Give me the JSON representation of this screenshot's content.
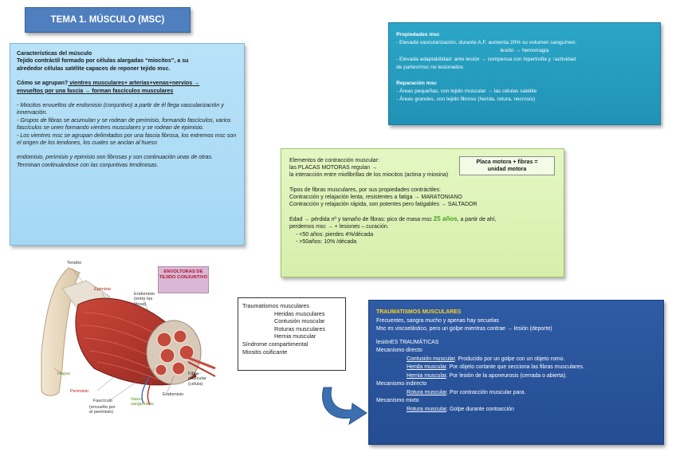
{
  "title": "TEMA 1. MÚSCULO (MSC)",
  "caracteristicas": {
    "heading": "Características del músculo",
    "line1": "Tejido contráctil formado por células alargadas “miocitos”, a su",
    "line2": "alrededor células satélite capaces de reponer tejido msc.",
    "agrupan_q": "Cómo se agrupan?",
    "agrupan_a1": " vientres musculares+ arterias+venas+nervios →",
    "agrupan_a2": "envueltos por una fascia → forman fascículos musculares",
    "b1": "- Miocitos envueltos de endomisio (conjuntivo) a partir de él llega vascularización y innervación.",
    "b2": "- Grupos de fibras se acumulan y se rodean de perimisio, formando fascículos, varios fascículos se unen formando vientres musculares y se rodean de epimisio.",
    "b3": "- Los vientres msc se agrupan delimitados por una fascia fibrosa, los extremos msc son el origen de los tendones, los cuales se anclan al hueso",
    "b4": "endomisio, perimisio y epimisio son fibrosas y son continuación unas de otras. Terminan continuándose con las conjuntivas tendinosas."
  },
  "propiedades": {
    "heading": "Propiedades msc",
    "l1": "-    Elevada vascularización, durante A.F. aumenta 20% su volumen sanguíneo:",
    "l1b": "lesión → hemorragia",
    "l2": "- Elevada adaptabilidad: ante lesión → compensa con hipertrofia y ↑actividad",
    "l2b": "de partes/msc no lesionados",
    "rep_heading": "Reparación msc",
    "r1": "-    Áreas pequeñas, con tejido muscular → las células satélite",
    "r2": "-    Áreas grandes, con tejido fibroso (herida, rotura, necrosis)"
  },
  "elementos": {
    "l1": "Elementos de contracción muscular:",
    "l2": "las PLACAS MOTORAS regulan →",
    "l3": "la interacción entre miofibrillas de los miocitos (actina y miosina)",
    "l4": "Tipos de fibras musculares, por sus propiedades contráctiles:",
    "l5": "Contracción y relajación lenta, resistentes a fatiga → MARATONIANO",
    "l6": "Contracción y relajación rápida, son potentes pero fatigables → SALTADOR",
    "l7a": "Edad → pérdida nº y tamaño de fibras: pico de masa msc ",
    "l7g": "25 años",
    "l7b": ", a partir de ahí,",
    "l8": "perdemos msc → + lesiones – curación.",
    "l9": "-    <50 años: pierdes 4%/década",
    "l10": "-    >50años: 10% /década"
  },
  "placa": {
    "l1": "Placa motora + fibras =",
    "l2": "unidad motora"
  },
  "trauma_list": {
    "title": "Traumatismos musculares",
    "items": [
      "Heridas musculares",
      "Contusión muscular",
      "Roturas musculares",
      "Hernia muscular"
    ],
    "l6": "Síndrome compartimental",
    "l7": "Miositis osificante"
  },
  "trauma": {
    "heading": "TRAUMATISMOS MUSCULARES",
    "l1": "Frecuentes, sangra mucho y apenas hay secuelas",
    "l2": "Msc es viscoelástico, pero un golpe mientras contrae → lesión (deporte)",
    "lesiones": "lesiónES TRAUMÁTICAS",
    "directo": "Mecanismo directo",
    "d1u": "Contusión muscular",
    "d1": ". Producido por un golpe con un objeto romo.",
    "d2u": "Herida muscular",
    "d2": ". Por objeto cortante que secciona las fibras musculares.",
    "d3u": "Hernia muscular",
    "d3": ". Por lesión de la aponeurosis (cerrada o abierta).",
    "indirecto": "Mecanismo indirecto",
    "i1u": "Rotura muscular",
    "i1": ". Por contracción muscular para.",
    "mixto": "Mecanismo mixto",
    "m1u": "Rotura muscular",
    "m1": ". Golpe durante contracción"
  },
  "figure": {
    "envolturas": "ENVOLTURAS DE TEJIDO CONJUNTIVO",
    "tendon": "Tendón",
    "epimisio": "Epimisio",
    "endomisio_top": "Endomisio (entre las fibras)",
    "hueso": "Hueso",
    "perimisio": "Perimisio",
    "fasciculo": "Fascículo",
    "fasciculo_sub": "(envuelto por el perimisio)",
    "vasos": "Vasos sanguíneos",
    "endomisio": "Endomisio",
    "fibra": "Fibra muscular (célula)"
  },
  "colors": {
    "title_bg": "#4f7fbf",
    "caract_bg": "#b8e2f8",
    "prop_bg": "#2aa6c7",
    "elem_bg": "#e4f7c3",
    "trauma_bg": "#2f5ba5",
    "arrow": "#3c6fb0"
  }
}
